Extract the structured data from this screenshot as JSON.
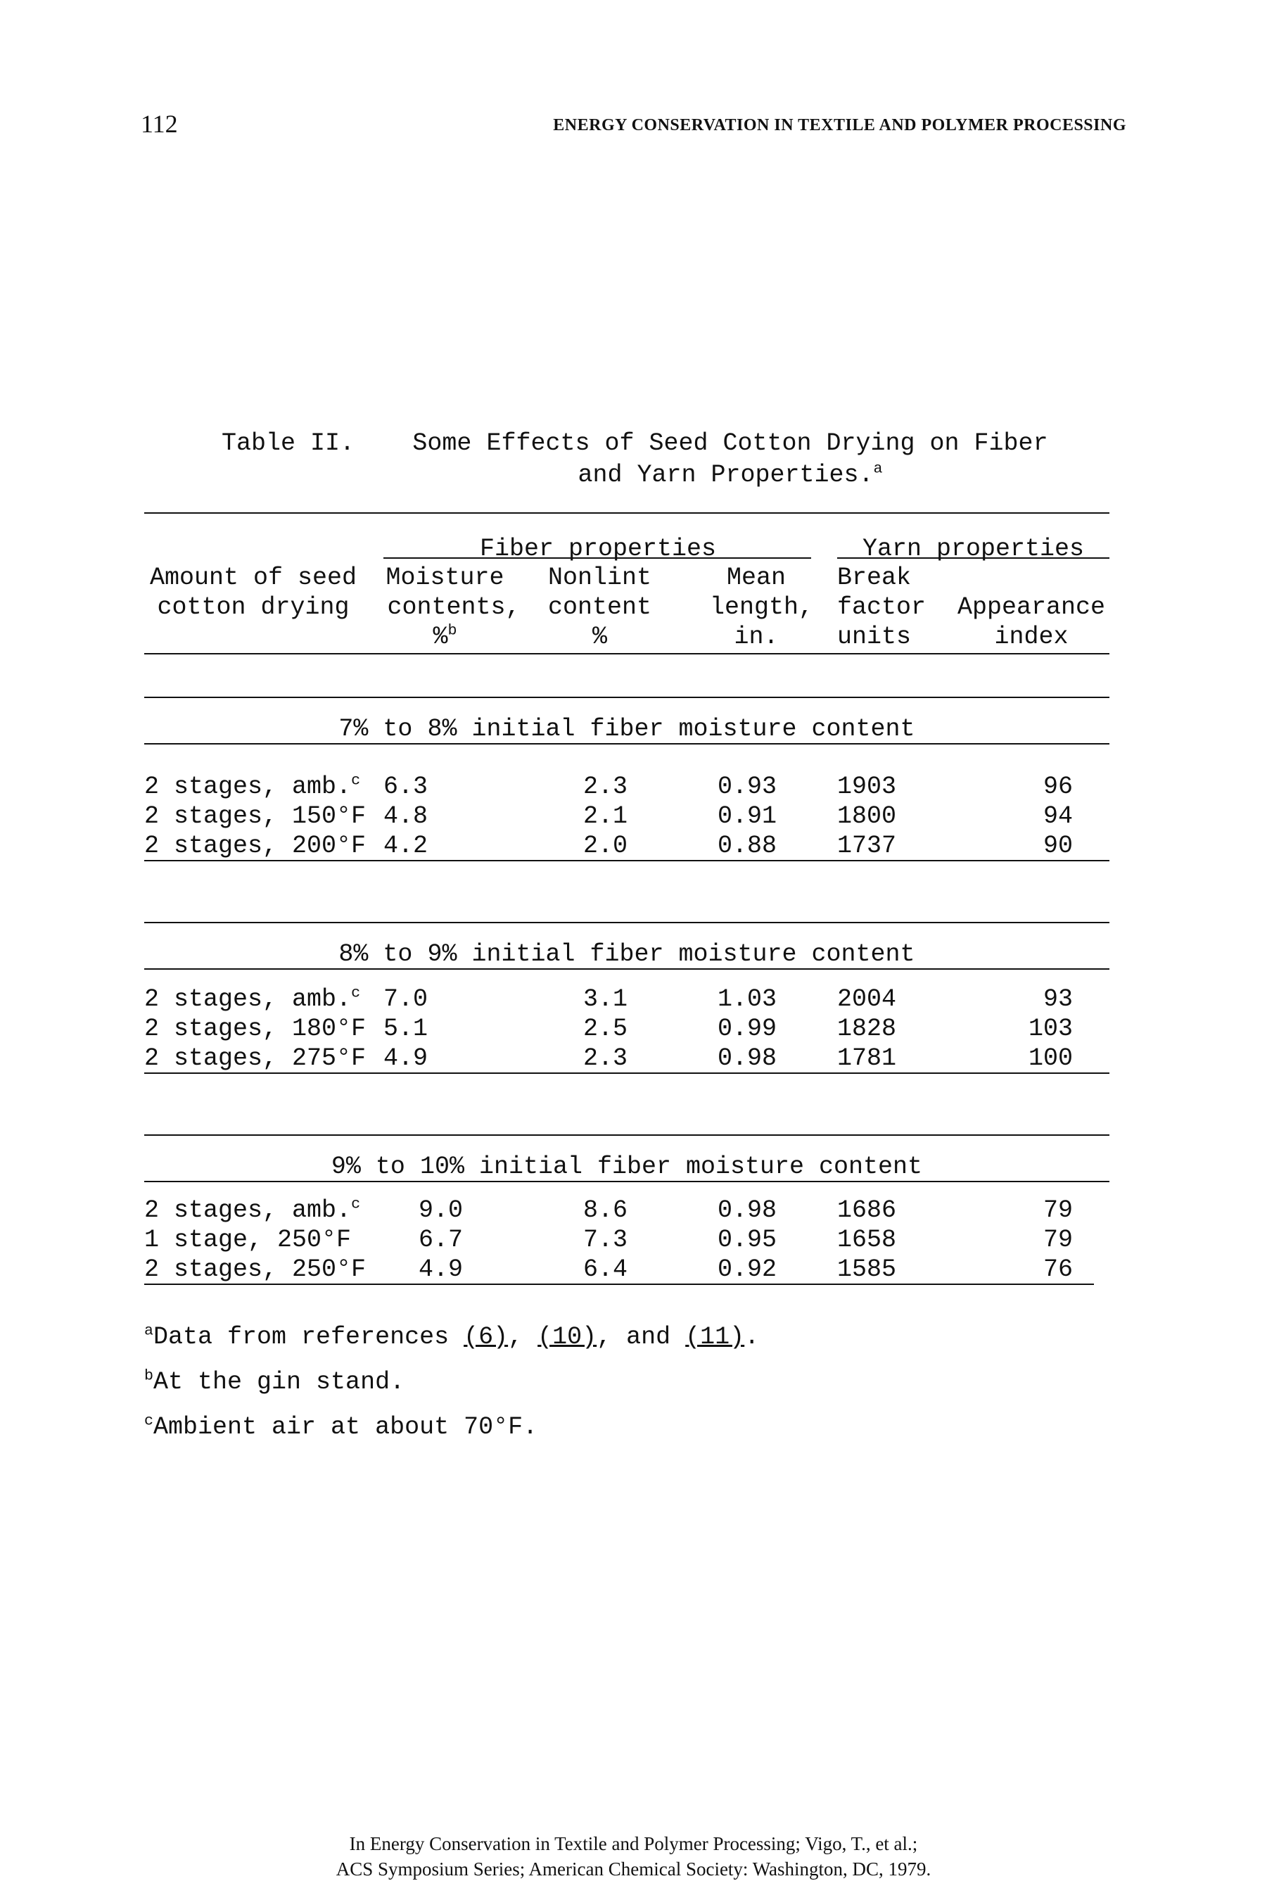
{
  "header": {
    "page_number": "112",
    "running_head": "ENERGY CONSERVATION IN TEXTILE AND POLYMER PROCESSING"
  },
  "table": {
    "label": "Table II.",
    "title_line1": "Some Effects of Seed Cotton Drying on Fiber",
    "title_line2": "and Yarn Properties.",
    "title_note": "a",
    "group_headers": {
      "fiber": "Fiber properties",
      "yarn": "Yarn properties"
    },
    "columns": {
      "c1": [
        "Amount of seed",
        "cotton drying"
      ],
      "c2": [
        "Moisture",
        "contents,",
        "%",
        "b"
      ],
      "c3": [
        "Nonlint",
        "content",
        "%"
      ],
      "c4": [
        "Mean",
        "length,",
        "in."
      ],
      "c5": [
        "Break",
        "factor",
        "units"
      ],
      "c6": [
        "Appearance",
        "index"
      ]
    },
    "sections": [
      {
        "title": "7% to 8% initial fiber moisture content",
        "rows": [
          {
            "drying": "2 stages, amb.",
            "note": "c",
            "moisture": "6.3",
            "nonlint": "2.3",
            "length": "0.93",
            "break": "1903",
            "appearance": "96"
          },
          {
            "drying": "2 stages, 150°F",
            "note": "",
            "moisture": "4.8",
            "nonlint": "2.1",
            "length": "0.91",
            "break": "1800",
            "appearance": "94"
          },
          {
            "drying": "2 stages, 200°F",
            "note": "",
            "moisture": "4.2",
            "nonlint": "2.0",
            "length": "0.88",
            "break": "1737",
            "appearance": "90"
          }
        ]
      },
      {
        "title": "8% to 9% initial fiber moisture content",
        "rows": [
          {
            "drying": "2 stages, amb.",
            "note": "c",
            "moisture": "7.0",
            "nonlint": "3.1",
            "length": "1.03",
            "break": "2004",
            "appearance": "93"
          },
          {
            "drying": "2 stages, 180°F",
            "note": "",
            "moisture": "5.1",
            "nonlint": "2.5",
            "length": "0.99",
            "break": "1828",
            "appearance": "103"
          },
          {
            "drying": "2 stages, 275°F",
            "note": "",
            "moisture": "4.9",
            "nonlint": "2.3",
            "length": "0.98",
            "break": "1781",
            "appearance": "100"
          }
        ]
      },
      {
        "title": "9% to 10% initial fiber moisture content",
        "rows": [
          {
            "drying": "2 stages, amb.",
            "note": "c",
            "moisture": "9.0",
            "nonlint": "8.6",
            "length": "0.98",
            "break": "1686",
            "appearance": "79"
          },
          {
            "drying": "1 stage, 250°F",
            "note": "",
            "moisture": "6.7",
            "nonlint": "7.3",
            "length": "0.95",
            "break": "1658",
            "appearance": "79"
          },
          {
            "drying": "2 stages, 250°F",
            "note": "",
            "moisture": "4.9",
            "nonlint": "6.4",
            "length": "0.92",
            "break": "1585",
            "appearance": "76"
          }
        ]
      }
    ]
  },
  "footnotes": {
    "a": {
      "mark": "a",
      "prefix": "Data from references ",
      "ref1": "(6)",
      "sep1": ", ",
      "ref2": "(10)",
      "sep2": ", and ",
      "ref3": "(11)",
      "suffix": "."
    },
    "b": {
      "mark": "b",
      "text": "At the gin stand."
    },
    "c": {
      "mark": "c",
      "text": "Ambient air at about 70°F."
    }
  },
  "citation": {
    "line1": "In Energy Conservation in Textile and Polymer Processing; Vigo, T., et al.;",
    "line2": "ACS Symposium Series; American Chemical Society: Washington, DC, 1979."
  }
}
